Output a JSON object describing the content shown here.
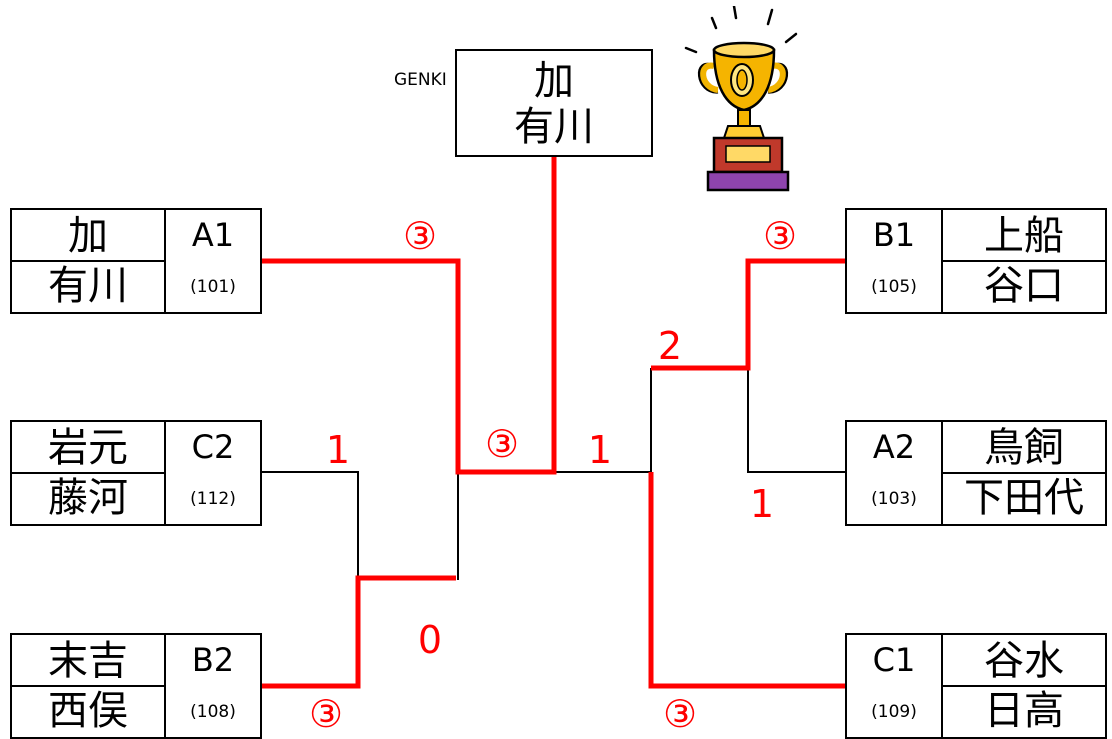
{
  "champion": {
    "label": "GENKI",
    "line1": "加",
    "line2": "有川"
  },
  "teams": {
    "a1": {
      "seed": "A1",
      "code": "(101)",
      "p1": "加",
      "p2": "有川"
    },
    "c2": {
      "seed": "C2",
      "code": "(112)",
      "p1": "岩元",
      "p2": "藤河"
    },
    "b2": {
      "seed": "B2",
      "code": "(108)",
      "p1": "末吉",
      "p2": "西俣"
    },
    "b1": {
      "seed": "B1",
      "code": "(105)",
      "p1": "上船",
      "p2": "谷口"
    },
    "a2": {
      "seed": "A2",
      "code": "(103)",
      "p1": "鳥飼",
      "p2": "下田代"
    },
    "c1": {
      "seed": "C1",
      "code": "(109)",
      "p1": "谷水",
      "p2": "日高"
    }
  },
  "scores": {
    "a1_semi": "③",
    "c2_r1": "1",
    "b2_r1": "③",
    "left_r1_winner": "0",
    "left_final": "③",
    "right_final": "1",
    "b1_semi": "③",
    "right_semi_lower": "2",
    "a2_r1": "1",
    "c1_r1": "③"
  },
  "colors": {
    "win_line": "#ff0000",
    "lose_line": "#000000",
    "score": "#ff0000"
  }
}
